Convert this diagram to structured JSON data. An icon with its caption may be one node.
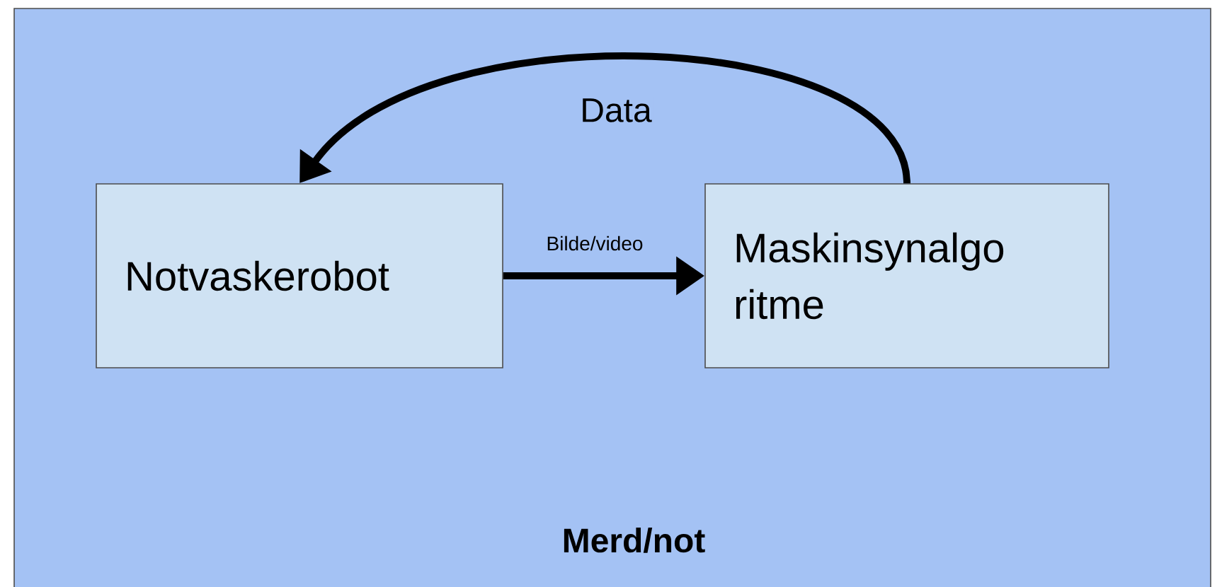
{
  "diagram": {
    "nodes": [
      {
        "text": [
          "Merd/not"
        ]
      },
      {
        "text": [
          "Notvaskerobot"
        ],
        "in": 0
      },
      {
        "text": [
          "Maskinsynalgo ritme"
        ],
        "in": 0
      }
    ],
    "edges": [
      {
        "from": 1,
        "to": 2,
        "arrow": "to",
        "label": "Bilde/video"
      },
      {
        "from": 2,
        "to": 1,
        "arrow": "to",
        "label": "Data"
      }
    ]
  }
}
